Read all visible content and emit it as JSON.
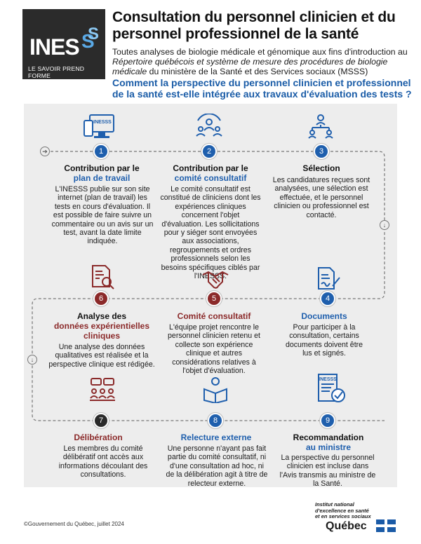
{
  "logo": {
    "text": "INES",
    "s1": "S",
    "s2": "S",
    "tagline": "LE SAVOIR PREND FORME"
  },
  "title": "Consultation du personnel clinicien et du personnel professionnel de la santé",
  "intro": {
    "part1": "Toutes analyses de biologie médicale et génomique aux fins d'introduction au ",
    "italic": "Répertoire québécois et système de mesure des procédures de biologie médicale",
    "part2": " du ministère de la Santé et des Services sociaux (MSSS)"
  },
  "question": "Comment la perspective du personnel clinicien et professionnel de la santé est-elle intégrée aux travaux d'évaluation des tests ?",
  "steps": [
    {
      "num": "1",
      "head1": "Contribution par le",
      "head2": "plan de travail",
      "body": "L'INESSS publie sur son site internet (plan de travail) les tests en cours d'évaluation. Il est possible de faire suivre un commentaire ou un avis sur un test, avant la date limite indiquée."
    },
    {
      "num": "2",
      "head1": "Contribution par le",
      "head2": "comité consultatif",
      "body": "Le comité consultatif est constitué de cliniciens dont les expériences cliniques concernent l'objet d'évaluation. Les sollicitations pour y siéger sont envoyées aux associations, regroupements et ordres professionnels selon les besoins spécifiques ciblés par l'INESSS."
    },
    {
      "num": "3",
      "head1": "Sélection",
      "head2": "",
      "body": "Les candidatures reçues sont analysées, une sélection est effectuée, et le personnel clinicien ou professionnel est contacté."
    },
    {
      "num": "4",
      "head1": "Documents",
      "head2": "",
      "body": "Pour participer à la consultation, certains documents doivent être lus et signés."
    },
    {
      "num": "5",
      "head1": "Comité consultatif",
      "head2": "",
      "body": "L'équipe projet rencontre le personnel clinicien retenu et collecte son expérience clinique et autres considérations relatives à l'objet d'évaluation."
    },
    {
      "num": "6",
      "head1": "Analyse des",
      "head2": "données expérientielles",
      "head3": "cliniques",
      "body": "Une analyse des données qualitatives est réalisée et la perspective clinique est rédigée."
    },
    {
      "num": "7",
      "head1": "Délibération",
      "head2": "",
      "body": "Les membres du comité délibératif ont accès aux informations découlant des consultations."
    },
    {
      "num": "8",
      "head1": "Relecture externe",
      "head2": "",
      "body": "Une personne n'ayant pas fait partie du comité consultatif, ni d'une consultation ad hoc, ni de la délibération agit à titre de relecteur externe."
    },
    {
      "num": "9",
      "head1": "Recommandation",
      "head2": "au ministre",
      "body": "La perspective du personnel clinicien est incluse dans l'Avis transmis au ministre de la Santé."
    }
  ],
  "icons": {
    "s1": "computer-monitor-icon",
    "s2": "team-group-icon",
    "s3": "selection-hierarchy-icon",
    "s4": "document-sign-icon",
    "s5": "handshake-icon",
    "s6": "document-magnifier-icon",
    "s7": "discussion-meeting-icon",
    "s8": "reader-book-icon",
    "s9": "approved-report-icon"
  },
  "mini_logo": "INESSS",
  "footer": {
    "copyright": "©Gouvernement du Québec, juillet 2024",
    "institute_line1": "Institut national",
    "institute_line2": "d'excellence en santé",
    "institute_line3": "et en services sociaux",
    "quebec": "Québec"
  },
  "colors": {
    "blue": "#1f5fad",
    "red": "#8b2a2a",
    "dark": "#2a2a2a",
    "panel": "#ededed",
    "question": "#1a5ca7"
  }
}
